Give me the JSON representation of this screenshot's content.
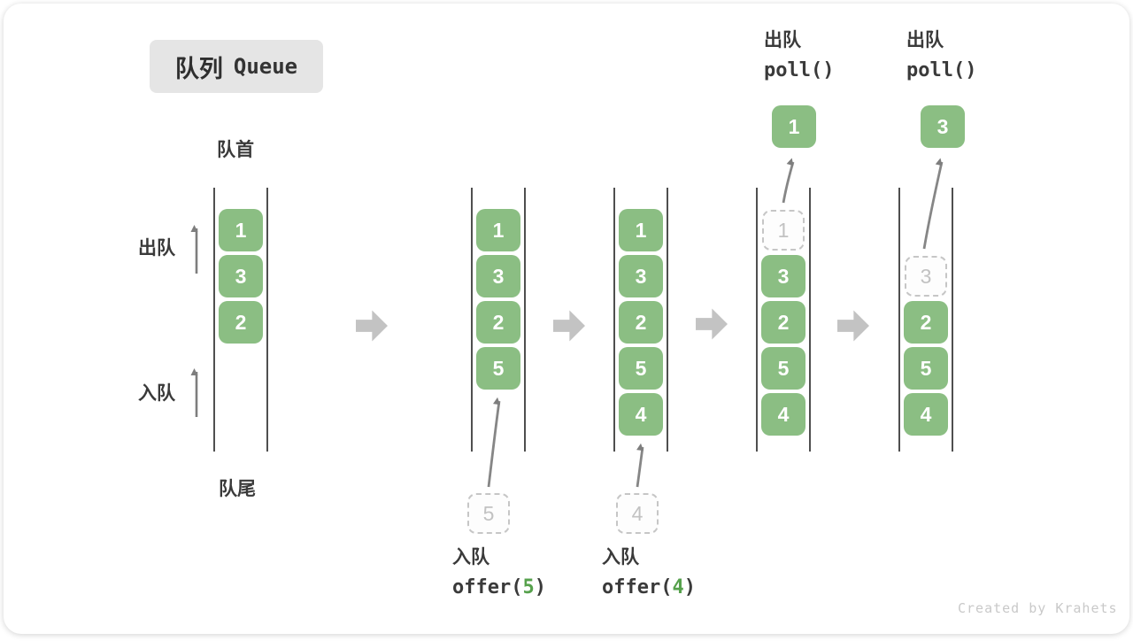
{
  "title": {
    "zh": "队列",
    "en": "Queue"
  },
  "side_labels": {
    "front": "队首",
    "rear": "队尾",
    "dequeue": "出队",
    "enqueue": "入队"
  },
  "queues": {
    "q1": {
      "boxes": [
        "1",
        "3",
        "2"
      ]
    },
    "q2": {
      "boxes": [
        "1",
        "3",
        "2",
        "5"
      ],
      "incoming": "5",
      "op_label": "入队",
      "op_code_pre": "offer(",
      "op_arg": "5",
      "op_code_post": ")"
    },
    "q3": {
      "boxes": [
        "1",
        "3",
        "2",
        "5",
        "4"
      ],
      "incoming": "4",
      "op_label": "入队",
      "op_code_pre": "offer(",
      "op_arg": "4",
      "op_code_post": ")"
    },
    "q4": {
      "ghost": "1",
      "boxes": [
        "3",
        "2",
        "5",
        "4"
      ],
      "result": "1",
      "op_label": "出队",
      "op_code": "poll()"
    },
    "q5": {
      "ghost": "3",
      "boxes": [
        "2",
        "5",
        "4"
      ],
      "result": "3",
      "op_label": "出队",
      "op_code": "poll()"
    }
  },
  "watermark": "Created by Krahets",
  "colors": {
    "box_green": "#8bbe83",
    "arg_green": "#56a14c",
    "block_arrow_gray": "#c3c3c3",
    "ghost_gray": "#c2c2c2",
    "text_dark": "#3a3a3a",
    "line_dark": "#4f4f4f",
    "arrow_gray": "#7e7e7e",
    "badge_bg": "#e5e5e5",
    "watermark_gray": "#c9c9c9"
  }
}
